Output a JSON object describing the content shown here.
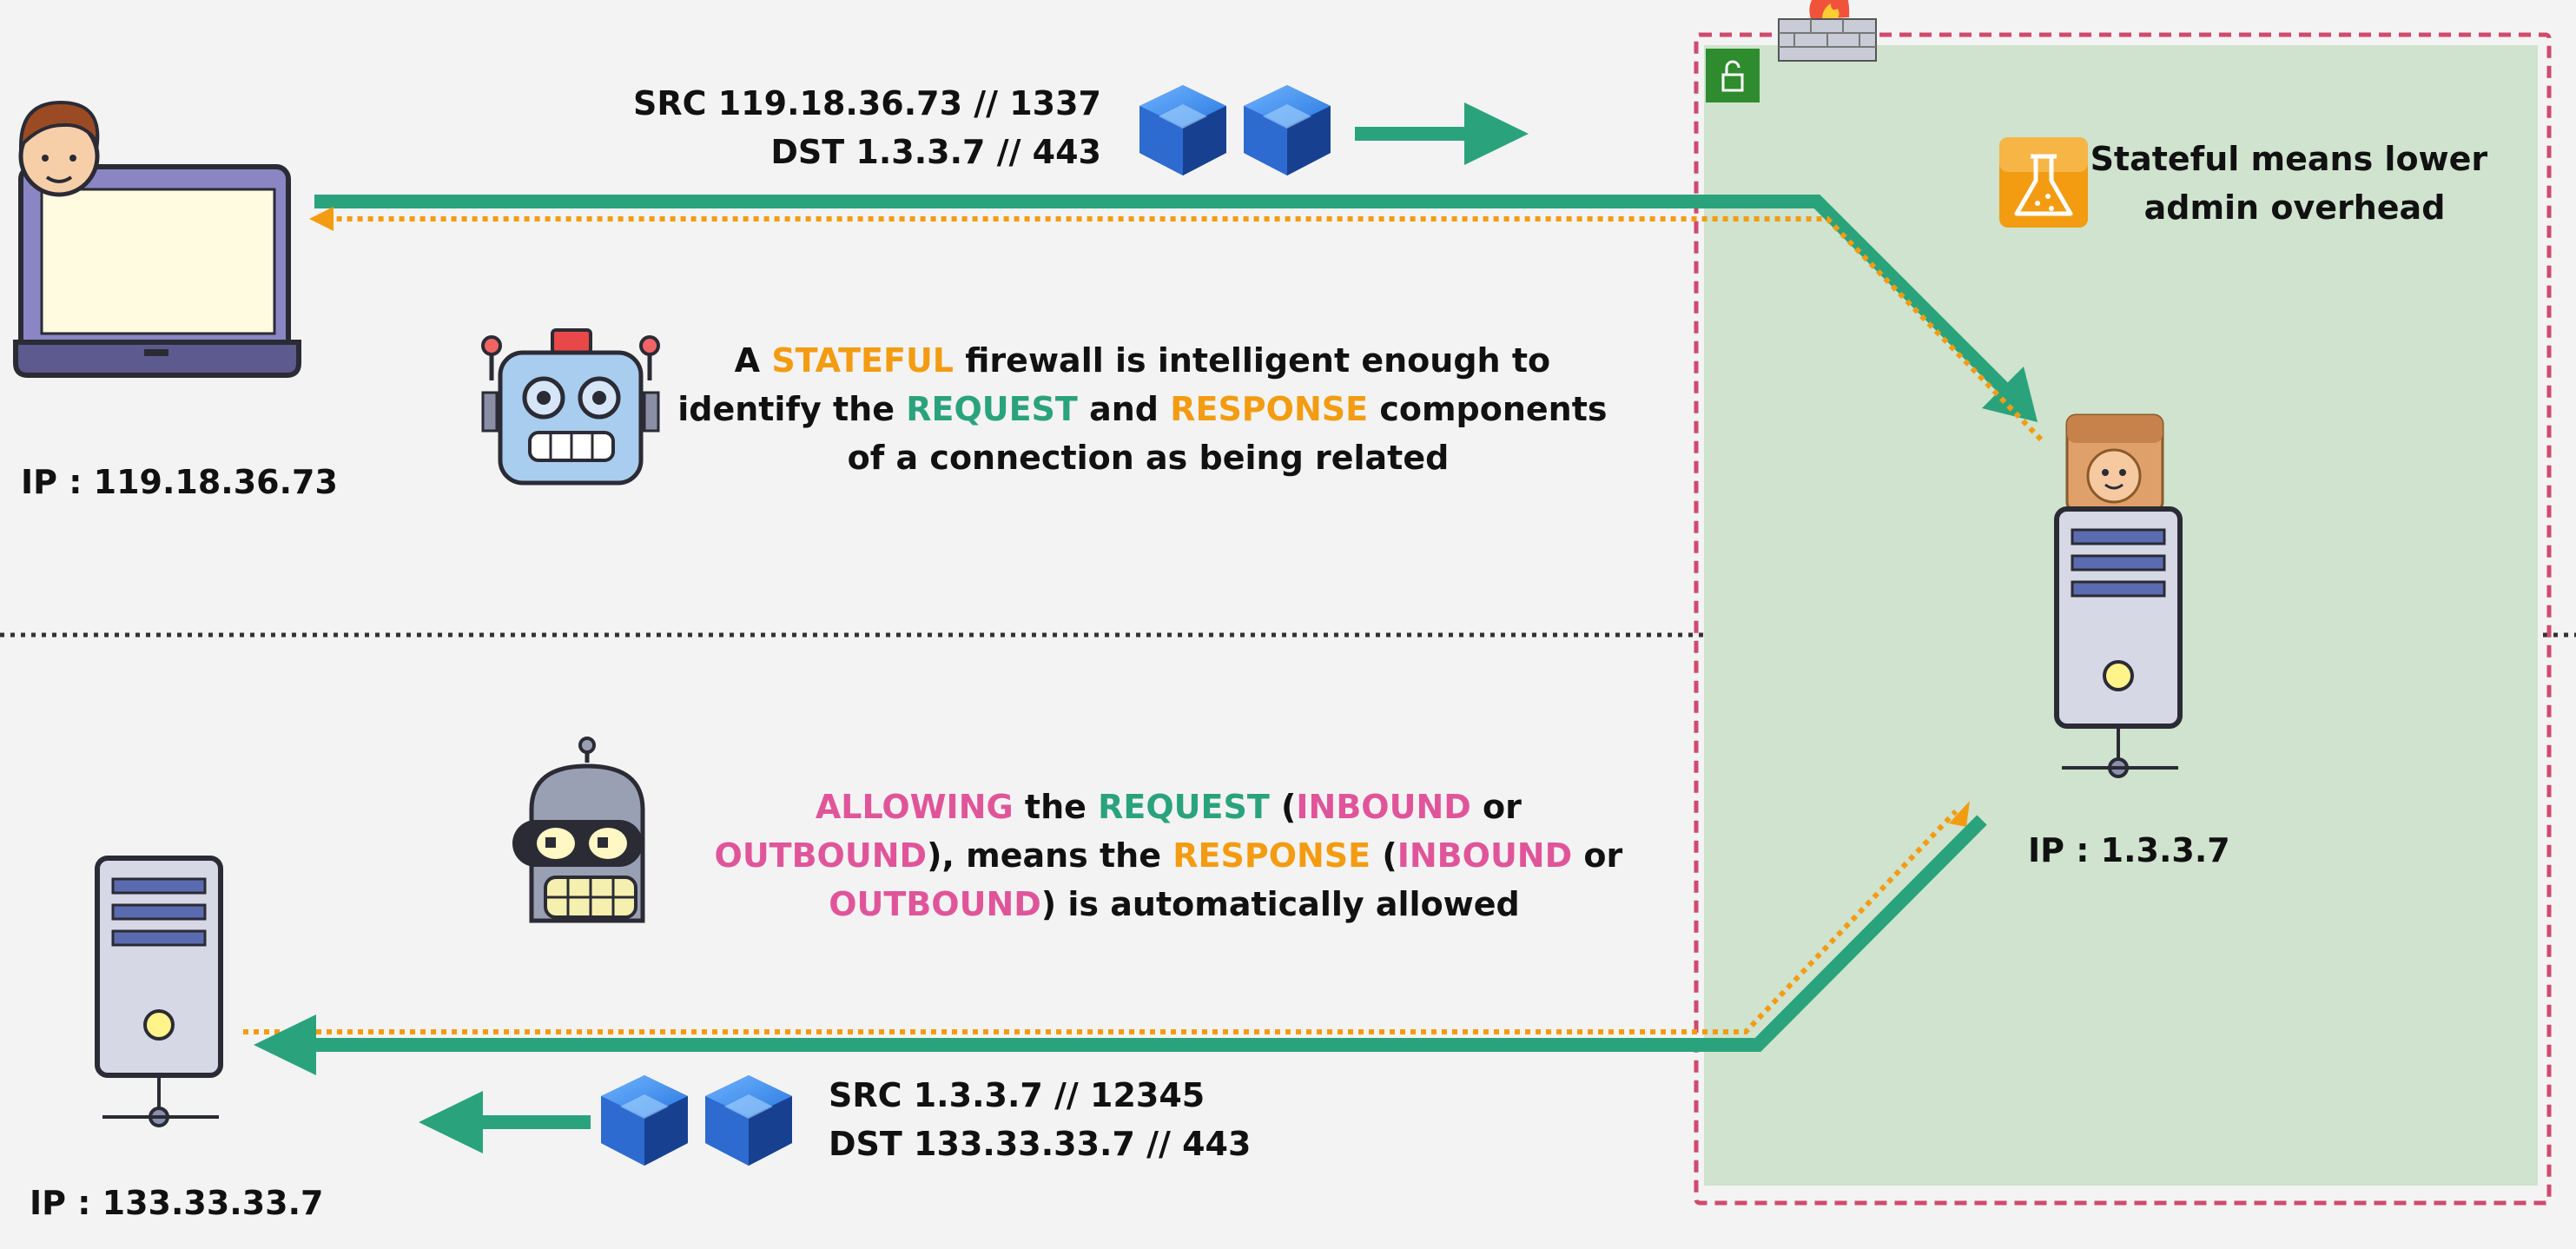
{
  "colors": {
    "background": "#f3f3f3",
    "vpc_fill": "#cfe3ce",
    "vpc_border": "#d04a6e",
    "request_arrow": "#2aa37c",
    "response_arrow": "#f39c12",
    "orange_text": "#f39c12",
    "green_text": "#2aa37c",
    "pink_text": "#e0559a",
    "server_fill": "#d6d8e6",
    "server_stroke": "#2b2b35",
    "packet_blue": "#1e63c6"
  },
  "client": {
    "ip": "IP : 119.18.36.73",
    "icon": "laptop-user-icon"
  },
  "server_public": {
    "ip": "IP : 1.3.3.7",
    "icon": "server-icon"
  },
  "server_remote": {
    "ip": "IP : 133.33.33.7",
    "icon": "server-icon"
  },
  "request_packet": {
    "src": "SRC 119.18.36.73 // 1337",
    "dst": "DST 1.3.3.7 // 443"
  },
  "response_packet": {
    "src": "SRC 1.3.3.7 // 12345",
    "dst": "DST 133.33.33.7 // 443"
  },
  "note": {
    "line1": "Stateful means lower",
    "line2": "admin overhead"
  },
  "explanation_top": {
    "l1_a": "A ",
    "l1_b": "STATEFUL",
    "l1_c": " firewall is intelligent enough to",
    "l2_a": "identify the ",
    "l2_b": "REQUEST",
    "l2_c": " and ",
    "l2_d": "RESPONSE",
    "l2_e": " components",
    "l3": "of a connection as being related"
  },
  "explanation_bottom": {
    "l1_a": "ALLOWING",
    "l1_b": " the ",
    "l1_c": "REQUEST",
    "l1_d": " (",
    "l1_e": "INBOUND",
    "l1_f": " or",
    "l2_a": "OUTBOUND",
    "l2_b": "), means the ",
    "l2_c": "RESPONSE",
    "l2_d": " (",
    "l2_e": "INBOUND",
    "l2_f": " or",
    "l3_a": "OUTBOUND",
    "l3_b": ") is automatically allowed"
  }
}
